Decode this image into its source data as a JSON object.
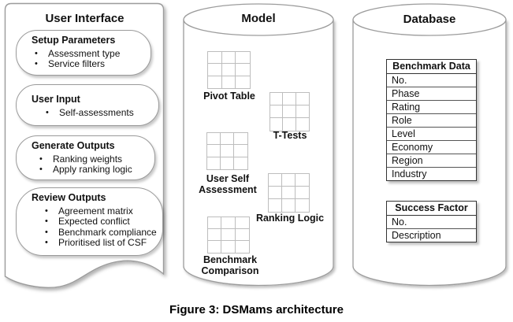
{
  "figure": {
    "caption": "Figure 3: DSMams architecture"
  },
  "user_interface": {
    "title": "User Interface",
    "bubbles": [
      {
        "title": "Setup Parameters",
        "items": [
          "Assessment type",
          "Service filters"
        ]
      },
      {
        "title": "User Input",
        "items": [
          "Self-assessments"
        ]
      },
      {
        "title": "Generate Outputs",
        "items": [
          "Ranking weights",
          "Apply ranking logic"
        ]
      },
      {
        "title": "Review Outputs",
        "items": [
          "Agreement matrix",
          "Expected conflict",
          "Benchmark compliance",
          "Prioritised list of CSF"
        ]
      }
    ],
    "bullet_glyph": "•"
  },
  "model": {
    "title": "Model",
    "components": [
      {
        "label": "Pivot Table"
      },
      {
        "label": "T-Tests"
      },
      {
        "label": "User Self Assessment"
      },
      {
        "label": "Ranking Logic"
      },
      {
        "label": "Benchmark Comparison"
      }
    ]
  },
  "database": {
    "title": "Database",
    "tables": [
      {
        "header": "Benchmark Data",
        "rows": [
          "No.",
          "Phase",
          "Rating",
          "Role",
          "Level",
          "Economy",
          "Region",
          "Industry"
        ]
      },
      {
        "header": "Success Factor",
        "rows": [
          "No.",
          "Description"
        ]
      }
    ]
  },
  "colors": {
    "background": "#ffffff",
    "outline": "#999999",
    "text": "#111111",
    "grid_line": "#bdbdbd",
    "table_border": "#333333",
    "shadow": "rgba(0,0,0,0.25)"
  }
}
